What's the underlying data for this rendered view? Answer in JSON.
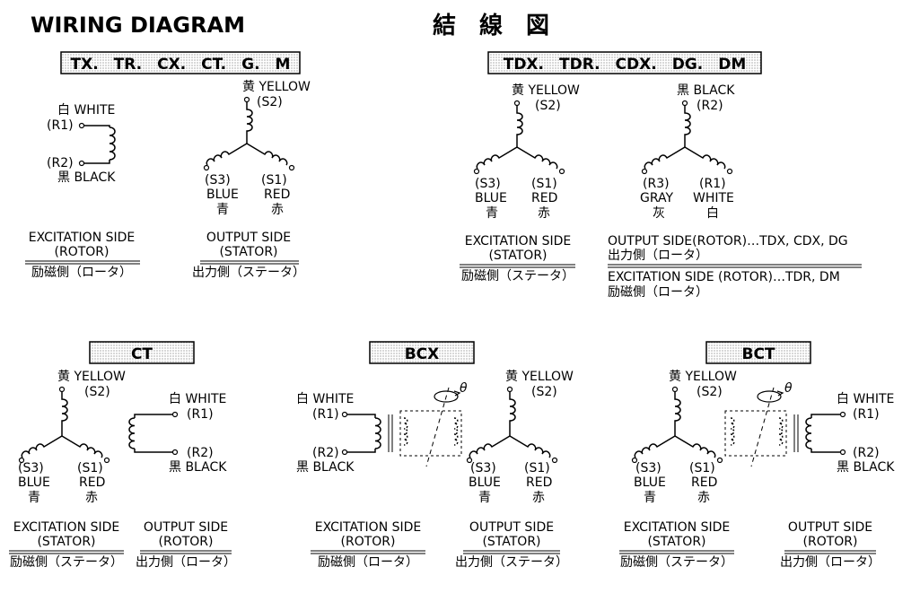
{
  "title_en": "WIRING DIAGRAM",
  "title_jp": "結　線　図",
  "groups": {
    "g1": "TX.　TR.　CX.　CT.　G.　M",
    "g2": "TDX.　TDR.　CDX.　DG.　DM",
    "ct": "CT",
    "bcx": "BCX",
    "bct": "BCT"
  },
  "wires": {
    "r1": "白 WHITE",
    "r1_code": "(R1)",
    "r2_code": "(R2)",
    "r2": "黒 BLACK",
    "yellow": "黄 YELLOW",
    "s2": "(S2)",
    "s3": "(S3)",
    "s1": "(S1)",
    "blue": "BLUE",
    "red": "RED",
    "blue_jp": "青",
    "red_jp": "赤",
    "black": "黒 BLACK",
    "r3": "(R3)",
    "gray": "GRAY",
    "white": "WHITE",
    "gray_jp": "灰",
    "white_jp": "白",
    "theta": "θ"
  },
  "sides": {
    "exc_rotor": "EXCITATION SIDE",
    "exc_stator": "EXCITATION SIDE",
    "out_rotor": "OUTPUT SIDE",
    "out_stator": "OUTPUT SIDE",
    "rotor": "(ROTOR)",
    "stator": "(STATOR)",
    "jp_exc_rotor": "励磁側（ロータ）",
    "jp_exc_stator": "励磁側（ステータ）",
    "jp_out_rotor": "出力側（ロータ）",
    "jp_out_stator": "出力側（ステータ）",
    "tdx_out": "OUTPUT SIDE(ROTOR)…TDX, CDX, DG",
    "tdx_out_jp": "出力側（ロータ）",
    "tdr_exc": "EXCITATION SIDE (ROTOR)…TDR, DM",
    "tdr_exc_jp": "励磁側（ロータ）"
  }
}
